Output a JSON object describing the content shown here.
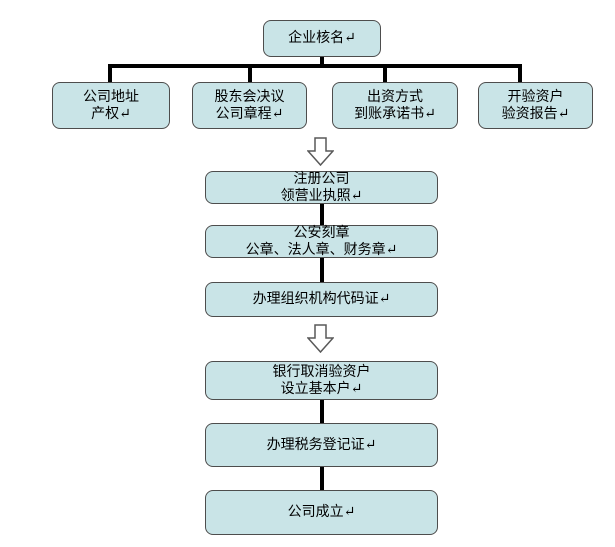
{
  "colors": {
    "box_fill": "#c9e4e7",
    "box_border": "#4d4d4d",
    "connector": "#000000",
    "arrow_outline": "#595959",
    "text": "#000000",
    "background": "#ffffff"
  },
  "flow": {
    "top_box": {
      "lines": [
        "企业核名↵"
      ]
    },
    "branches": [
      {
        "lines": [
          "公司地址",
          "产权↵"
        ]
      },
      {
        "lines": [
          "股东会决议",
          "公司章程↵"
        ]
      },
      {
        "lines": [
          "出资方式",
          "到账承诺书↵"
        ]
      },
      {
        "lines": [
          "开验资户",
          "验资报告↵"
        ]
      }
    ],
    "steps": [
      {
        "lines": [
          "注册公司",
          "领营业执照↵"
        ]
      },
      {
        "lines": [
          "公安刻章",
          "公章、法人章、财务章↵"
        ]
      },
      {
        "lines": [
          "办理组织机构代码证↵"
        ]
      },
      {
        "lines": [
          "银行取消验资户",
          "设立基本户↵"
        ]
      },
      {
        "lines": [
          "办理税务登记证↵"
        ]
      },
      {
        "lines": [
          "公司成立↵"
        ]
      }
    ]
  }
}
